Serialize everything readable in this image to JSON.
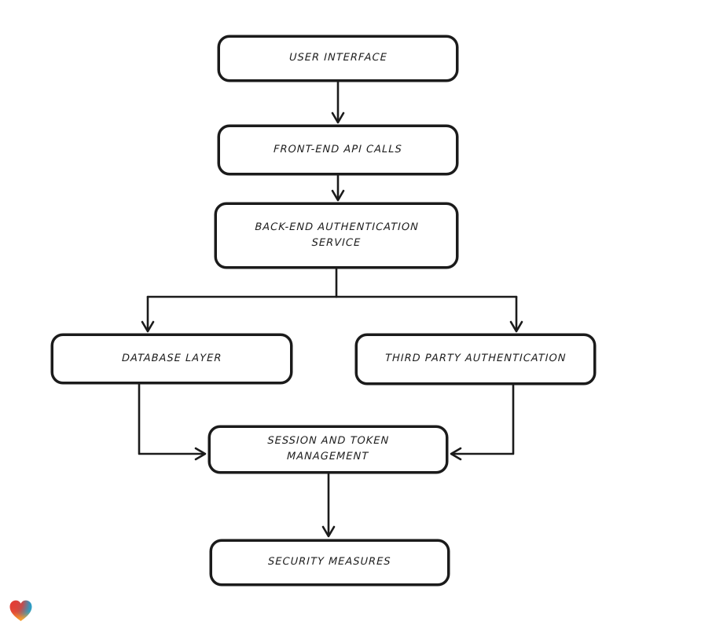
{
  "diagram": {
    "title": "authentication flow diagram",
    "colors": {
      "stroke": "#1b1b1b",
      "background": "#ffffff",
      "logo_red": "#e23d36",
      "logo_blue": "#1e9fd0",
      "logo_orange": "#f49d2f"
    },
    "nodes": [
      {
        "id": "user-interface",
        "label": "USER INTERFACE"
      },
      {
        "id": "front-end-api-calls",
        "label": "FRONT-END API CALLS"
      },
      {
        "id": "back-end-authentication-service",
        "label": "BACK-END AUTHENTICATION\nSERVICE"
      },
      {
        "id": "database-layer",
        "label": "DATABASE LAYER"
      },
      {
        "id": "third-party-authentication",
        "label": "THIRD PARTY AUTHENTICATION"
      },
      {
        "id": "session-and-token-management",
        "label": "SESSION AND TOKEN\nMANAGEMENT"
      },
      {
        "id": "security-measures",
        "label": "SECURITY MEASURES"
      }
    ],
    "edges": [
      {
        "from": "user-interface",
        "to": "front-end-api-calls"
      },
      {
        "from": "front-end-api-calls",
        "to": "back-end-authentication-service"
      },
      {
        "from": "back-end-authentication-service",
        "to": "database-layer"
      },
      {
        "from": "back-end-authentication-service",
        "to": "third-party-authentication"
      },
      {
        "from": "database-layer",
        "to": "session-and-token-management"
      },
      {
        "from": "third-party-authentication",
        "to": "session-and-token-management"
      },
      {
        "from": "session-and-token-management",
        "to": "security-measures"
      }
    ]
  }
}
